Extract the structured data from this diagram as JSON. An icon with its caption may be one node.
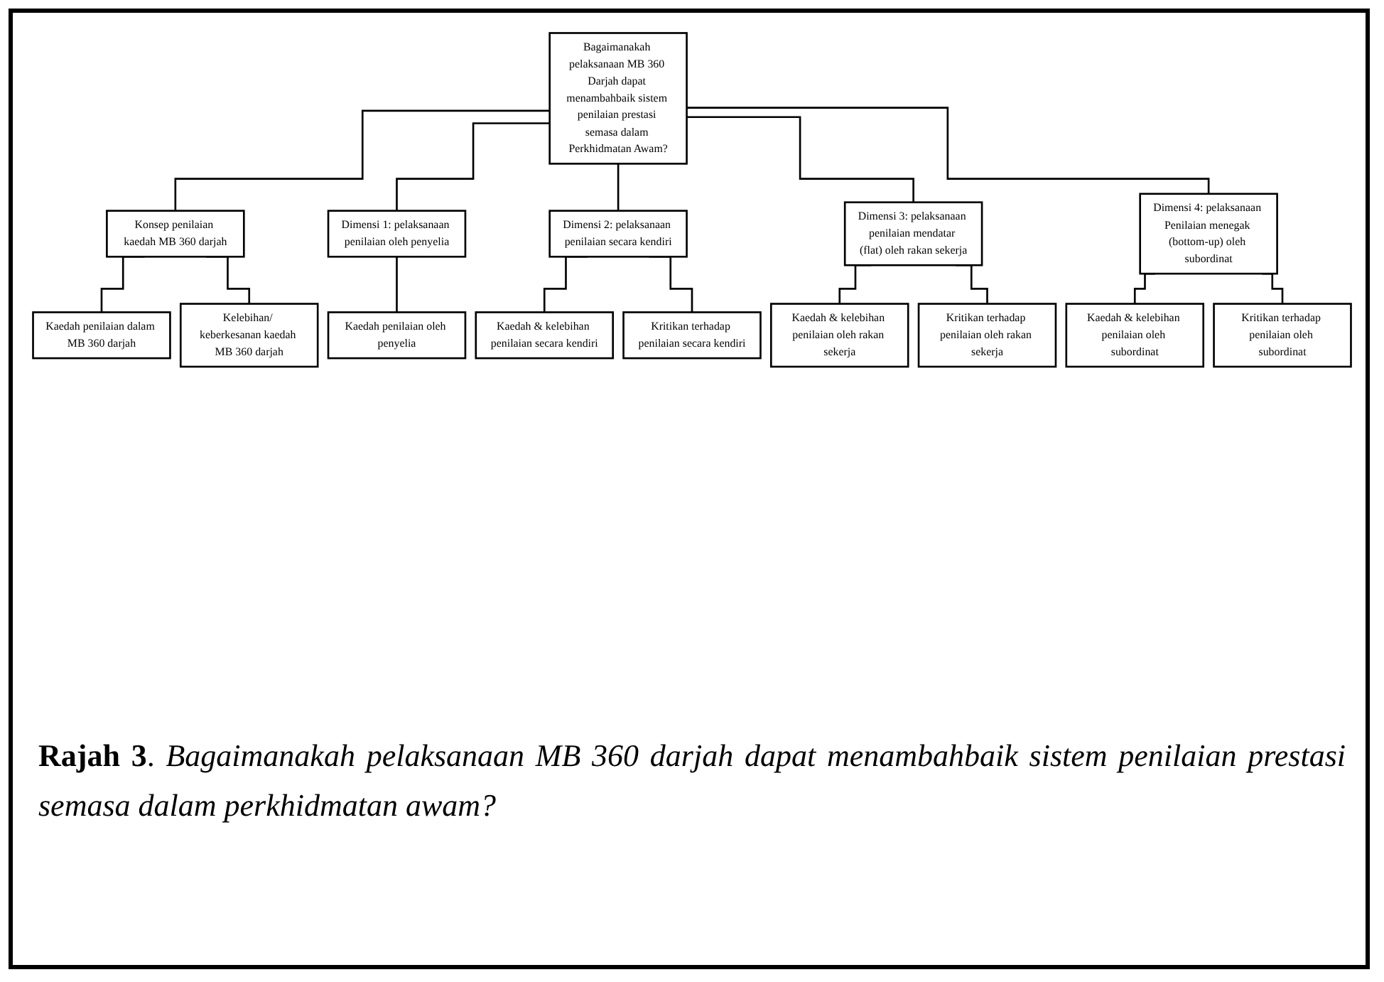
{
  "diagram": {
    "caption": "**Rajah 3**. *Bagaimanakah pelaksanaan MB 360 darjah dapat menambahbaik sistem penilaian prestasi semasa dalam perkhidmatan awam?*",
    "nodes": [
      {
        "text": [
          "Bagaimanakah pelaksanaan MB 360 Darjah dapat menambahbaik sistem penilaian prestasi semasa dalam Perkhidmatan Awam?"
        ]
      },
      {
        "text": [
          "Konsep penilaian kaedah MB 360 darjah"
        ]
      },
      {
        "text": [
          "Dimensi 1: pelaksanaan penilaian oleh penyelia"
        ]
      },
      {
        "text": [
          "Dimensi 2: pelaksanaan penilaian secara kendiri"
        ]
      },
      {
        "text": [
          "Dimensi 3: pelaksanaan penilaian mendatar (flat) oleh rakan sekerja"
        ]
      },
      {
        "text": [
          "Dimensi 4: pelaksanaan Penilaian menegak (bottom-up) oleh subordinat"
        ]
      },
      {
        "text": [
          "Kaedah penilaian dalam MB 360 darjah"
        ]
      },
      {
        "text": [
          "Kelebihan/ keberkesanan kaedah MB 360 darjah"
        ]
      },
      {
        "text": [
          "Kaedah penilaian oleh penyelia"
        ]
      },
      {
        "text": [
          "Kaedah & kelebihan penilaian secara kendiri"
        ]
      },
      {
        "text": [
          "Kritikan terhadap penilaian secara kendiri"
        ]
      },
      {
        "text": [
          "Kaedah & kelebihan penilaian oleh rakan sekerja"
        ]
      },
      {
        "text": [
          "Kritikan terhadap penilaian oleh rakan sekerja"
        ]
      },
      {
        "text": [
          "Kaedah & kelebihan penilaian oleh subordinat"
        ]
      },
      {
        "text": [
          "Kritikan terhadap penilaian oleh subordinat"
        ]
      }
    ],
    "edges": [
      {
        "from": 0,
        "to": 1,
        "arrow": "none"
      },
      {
        "from": 0,
        "to": 2,
        "arrow": "none"
      },
      {
        "from": 0,
        "to": 3,
        "arrow": "none"
      },
      {
        "from": 0,
        "to": 4,
        "arrow": "none"
      },
      {
        "from": 0,
        "to": 5,
        "arrow": "none"
      },
      {
        "from": 1,
        "to": 6,
        "arrow": "none"
      },
      {
        "from": 1,
        "to": 7,
        "arrow": "none"
      },
      {
        "from": 2,
        "to": 8,
        "arrow": "none"
      },
      {
        "from": 3,
        "to": 9,
        "arrow": "none"
      },
      {
        "from": 3,
        "to": 10,
        "arrow": "none"
      },
      {
        "from": 4,
        "to": 11,
        "arrow": "none"
      },
      {
        "from": 4,
        "to": 12,
        "arrow": "none"
      },
      {
        "from": 5,
        "to": 13,
        "arrow": "none"
      },
      {
        "from": 5,
        "to": 14,
        "arrow": "none"
      }
    ]
  }
}
